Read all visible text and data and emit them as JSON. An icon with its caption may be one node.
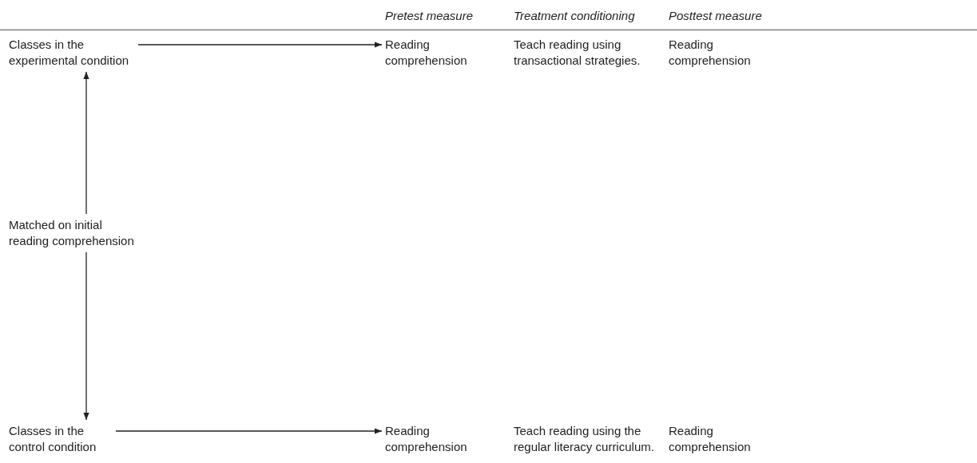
{
  "diagram": {
    "nodes": [
      {
        "text": [
          "Classes in the experimental condition"
        ]
      },
      {
        "text": [
          "Reading comprehension"
        ]
      },
      {
        "text": [
          "Matched on initial reading comprehension"
        ]
      },
      {
        "text": [
          "Classes in the control condition"
        ]
      },
      {
        "text": [
          "Reading comprehension"
        ]
      }
    ],
    "edges": [
      {
        "from": 0,
        "to": 1,
        "arrow": "to"
      },
      {
        "from": 2,
        "to": 0,
        "arrow": "to"
      },
      {
        "from": 2,
        "to": 3,
        "arrow": "to"
      },
      {
        "from": 3,
        "to": 4,
        "arrow": "to"
      }
    ],
    "labels": [
      "Pretest measure",
      "Treatment conditioning",
      "Posttest measure",
      "Teach reading using transactional strategies.",
      "Reading comprehension",
      "Teach reading using the regular literacy curriculum.",
      "Reading comprehension"
    ]
  }
}
